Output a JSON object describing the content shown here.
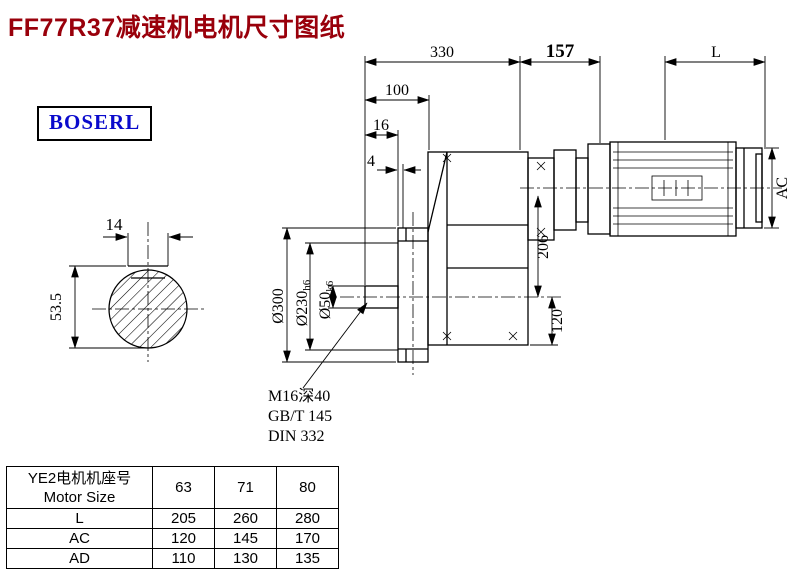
{
  "page": {
    "title": "FF77R37减速机电机尺寸图纸",
    "logo": "BOSERL"
  },
  "dims": {
    "top_330": "330",
    "top_157": "157",
    "top_L": "L",
    "left_100": "100",
    "left_16": "16",
    "left_4": "4",
    "right_AC": "AC",
    "mid_206": "206",
    "mid_120": "120",
    "dia_300": "Ø300",
    "dia_230_main": "Ø230",
    "dia_230_sub": "h6",
    "dia_50_main": "Ø50",
    "dia_50_sub": "k6",
    "key_14": "14",
    "key_535": "53.5"
  },
  "notes": {
    "line1": "M16深40",
    "line2": "GB/T 145",
    "line3": "DIN 332"
  },
  "table": {
    "header_label_cn": "YE2电机机座号",
    "header_label_en": "Motor Size",
    "columns": [
      "63",
      "71",
      "80"
    ],
    "rows": [
      {
        "label": "L",
        "values": [
          "205",
          "260",
          "280"
        ]
      },
      {
        "label": "AC",
        "values": [
          "120",
          "145",
          "170"
        ]
      },
      {
        "label": "AD",
        "values": [
          "110",
          "130",
          "135"
        ]
      }
    ]
  }
}
